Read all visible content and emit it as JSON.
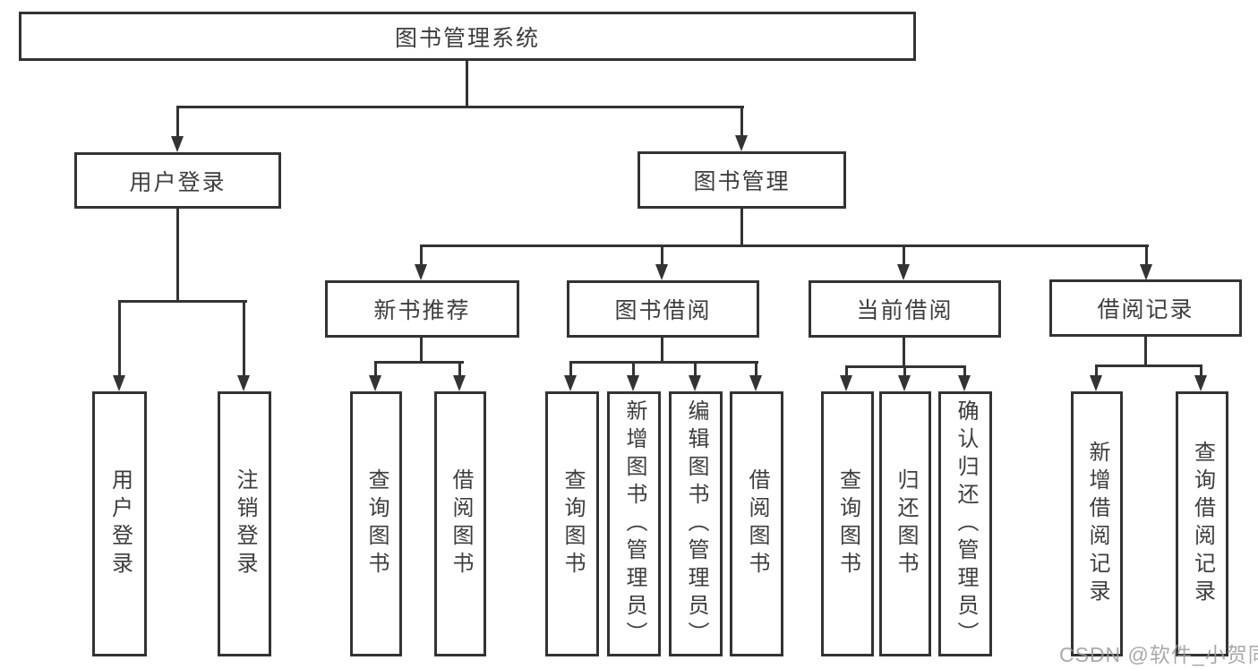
{
  "tree": {
    "root": "图书管理系统",
    "level2": {
      "user_login": "用户登录",
      "book_management": "图书管理"
    },
    "level3": {
      "new_books": "新书推荐",
      "book_borrow": "图书借阅",
      "current_borrow": "当前借阅",
      "borrow_records": "借阅记录"
    },
    "leaves": {
      "user_login": "用户登录",
      "logout": "注销登录",
      "query_books_1": "查询图书",
      "borrow_books_1": "借阅图书",
      "query_books_2": "查询图书",
      "add_book_admin": "新增图书（管理员）",
      "edit_book_admin": "编辑图书（管理员）",
      "borrow_books_2": "借阅图书",
      "query_books_3": "查询图书",
      "return_books": "归还图书",
      "confirm_return_admin": "确认归还（管理员）",
      "add_borrow_record": "新增借阅记录",
      "query_borrow_record": "查询借阅记录"
    }
  },
  "watermark": "CSDN @软件_小贺同学",
  "colors": {
    "line": "#333333",
    "text": "#3d3d3d",
    "watermark": "#9a9a9a",
    "background": "#ffffff"
  }
}
